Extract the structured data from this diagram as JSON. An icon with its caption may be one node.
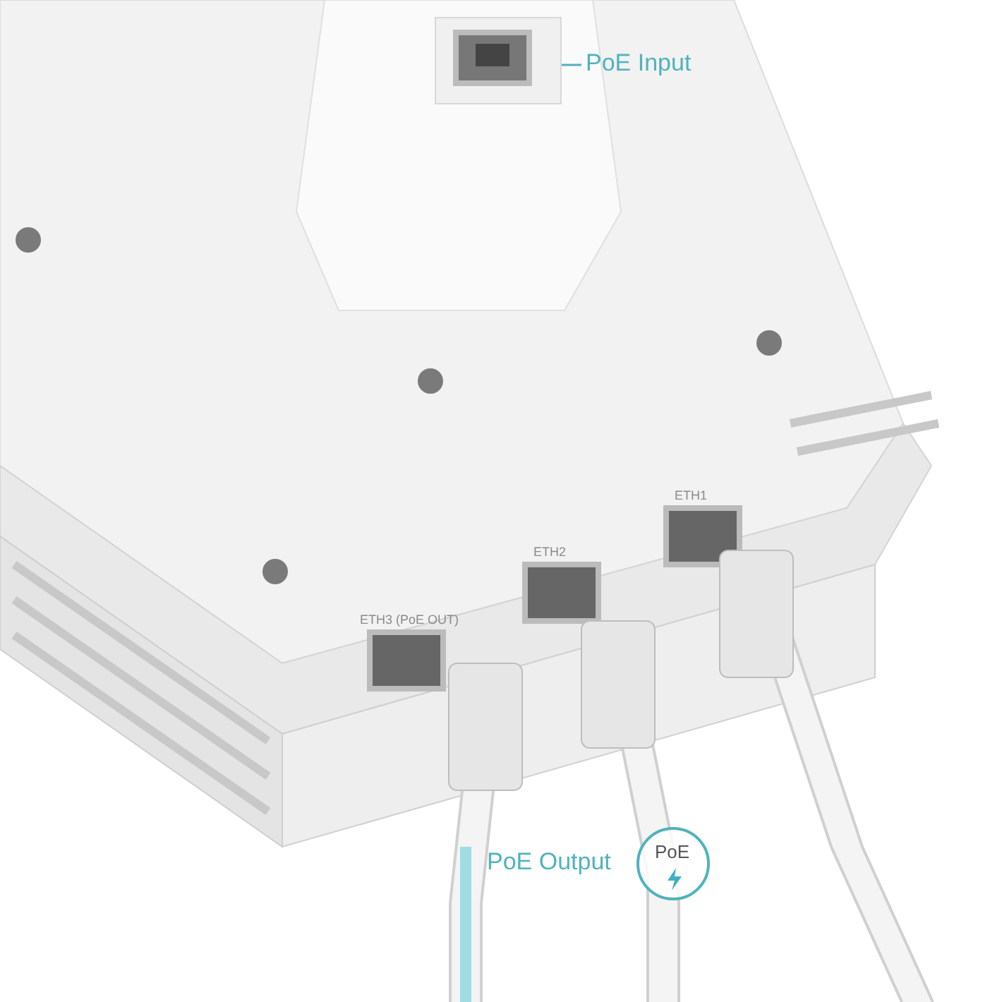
{
  "diagram": {
    "nodes": [
      {
        "text": [
          "PoE Input"
        ]
      },
      {
        "text": [],
        "shape": "picture"
      },
      {
        "text": [
          "PoE Output"
        ]
      },
      {
        "text": [
          "PoE"
        ]
      }
    ],
    "edges": [
      {
        "from": 0,
        "to": 1,
        "arrow": "none"
      }
    ],
    "labels": [
      "ETH1",
      "ETH2",
      "ETH3 (PoE OUT)"
    ]
  }
}
